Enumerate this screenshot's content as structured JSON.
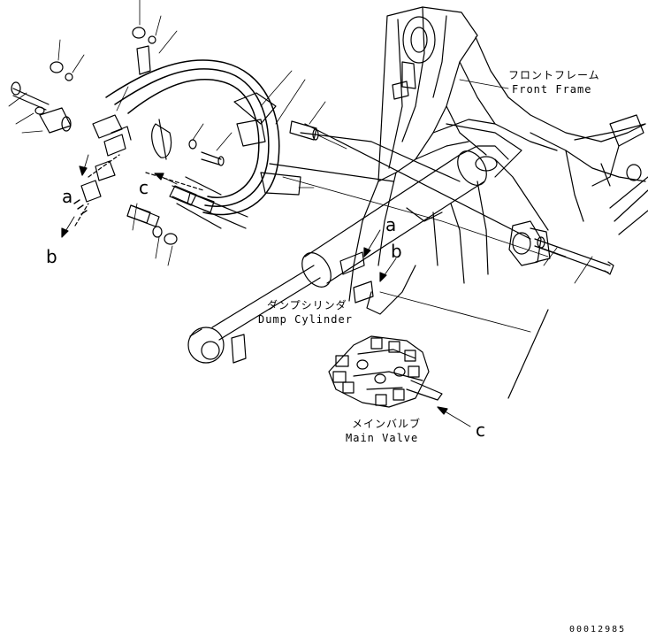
{
  "labels": {
    "front_frame_jp": "フロントフレーム",
    "front_frame_en": "Front Frame",
    "dump_cylinder_jp": "ダンプシリンダ",
    "dump_cylinder_en": "Dump Cylinder",
    "main_valve_jp": "メインバルブ",
    "main_valve_en": "Main Valve"
  },
  "reference_letters": {
    "a_left": "a",
    "b_left": "b",
    "c_left": "c",
    "a_right": "a",
    "b_right": "b",
    "c_right": "c"
  },
  "drawing_number": "00012985",
  "colors": {
    "ink": "#000000",
    "paper": "#ffffff"
  }
}
